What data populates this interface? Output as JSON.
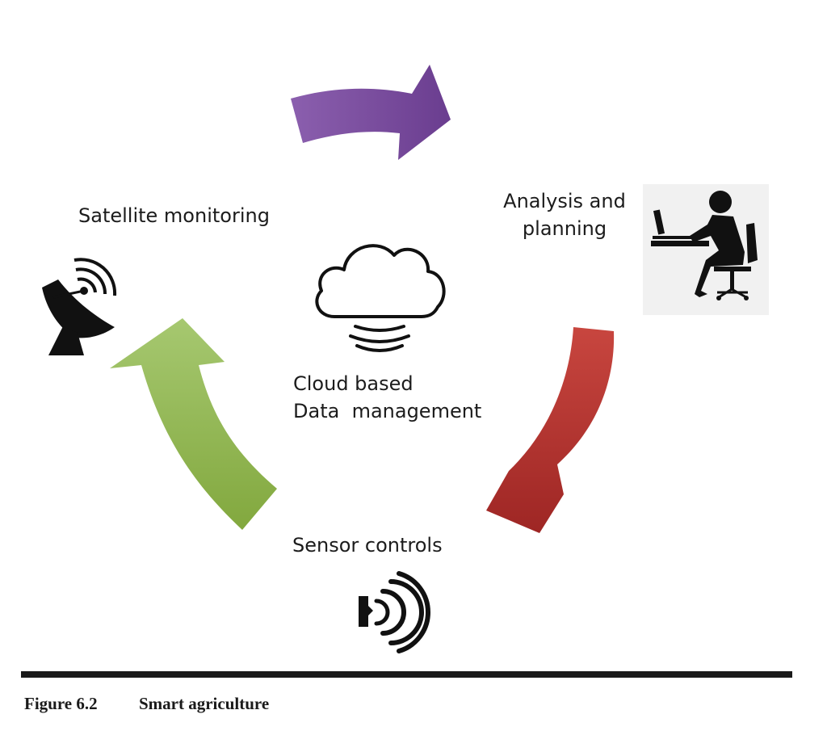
{
  "diagram": {
    "nodes": {
      "satellite": {
        "label": "Satellite monitoring",
        "icon": "satellite-dish-icon"
      },
      "analysis": {
        "label_line1": "Analysis and",
        "label_line2": "planning",
        "icon": "person-at-laptop-icon"
      },
      "cloud": {
        "label_line1": "Cloud based",
        "label_line2": "Data  management",
        "icon": "cloud-icon"
      },
      "sensor": {
        "label": "Sensor controls",
        "icon": "wireless-signal-icon"
      }
    },
    "edges": [
      {
        "from": "satellite",
        "to": "analysis",
        "color": "#7b4d9c"
      },
      {
        "from": "analysis",
        "to": "sensor",
        "color": "#b5322e"
      },
      {
        "from": "sensor",
        "to": "satellite",
        "color": "#8cb14b"
      }
    ]
  },
  "caption": {
    "number": "Figure 6.2",
    "title": "Smart agriculture"
  }
}
